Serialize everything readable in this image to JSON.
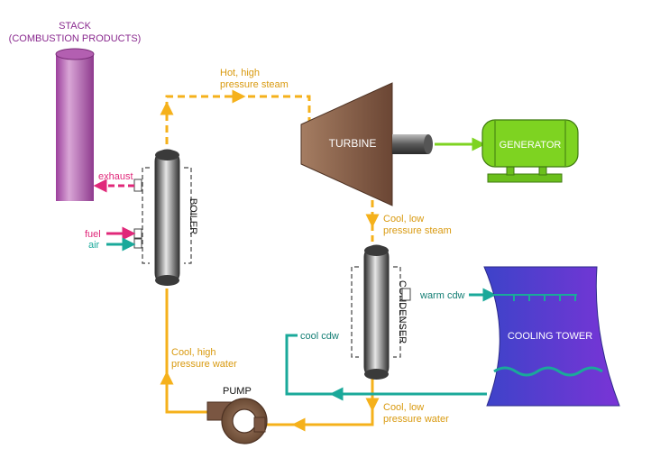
{
  "labels": {
    "stack_line1": "STACK",
    "stack_line2": "(COMBUSTION PRODUCTS)",
    "exhaust": "exhaust",
    "fuel": "fuel",
    "air": "air",
    "boiler": "BOILER",
    "steam_hp_line1": "Hot, high",
    "steam_hp_line2": "pressure steam",
    "turbine": "TURBINE",
    "generator": "GENERATOR",
    "steam_lp_line1": "Cool, low",
    "steam_lp_line2": "pressure steam",
    "condenser": "CONDENSER",
    "warm_cdw": "warm cdw",
    "cool_cdw": "cool cdw",
    "cooling_tower": "COOLING TOWER",
    "water_hp_line1": "Cool, high",
    "water_hp_line2": "pressure water",
    "pump": "PUMP",
    "water_lp_line1": "Cool, low",
    "water_lp_line2": "pressure water"
  },
  "colors": {
    "steam_water_line": "#f5b11b",
    "exhaust_fuel_line": "#e0287a",
    "air_cdw_line": "#1aa99a",
    "stack_fill": "#c978c7",
    "turbine_fill": "#7a5642",
    "generator_fill": "#7ed321",
    "cooling_tower_fill": "#5b3fd0",
    "stack_label": "#8a2a8f",
    "flow_label": "#d99a10"
  }
}
